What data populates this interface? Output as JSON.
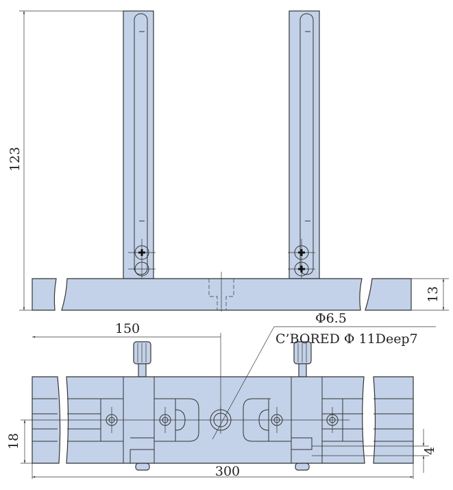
{
  "dimensions": {
    "height_total": "123",
    "base_height": "13",
    "half_length": "150",
    "hole_dia": "Φ6.5",
    "counterbore": "C’BORED Φ 11Deep7",
    "rail_offset": "18",
    "total_length": "300",
    "clamp_gap": "4"
  },
  "colors": {
    "part_fill": "#c3d2e8",
    "line": "#333333"
  }
}
